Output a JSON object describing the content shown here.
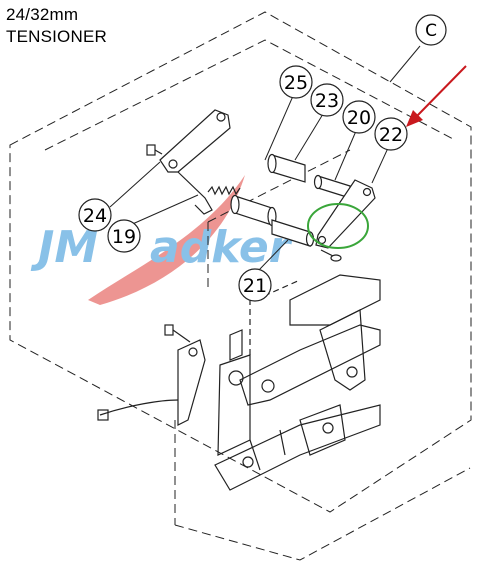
{
  "header": {
    "line1": "24/32mm",
    "line2": "TENSIONER"
  },
  "watermark": {
    "text": "JM Sadker",
    "blue": "#2a8fd6",
    "red": "#e0403a"
  },
  "callouts": {
    "c": "C",
    "p25": "25",
    "p23": "23",
    "p20": "20",
    "p22": "22",
    "p24": "24",
    "p19": "19",
    "p21": "21"
  },
  "highlight": {
    "arrow_color": "#c9191e",
    "circle_color": "#3aa63a"
  }
}
